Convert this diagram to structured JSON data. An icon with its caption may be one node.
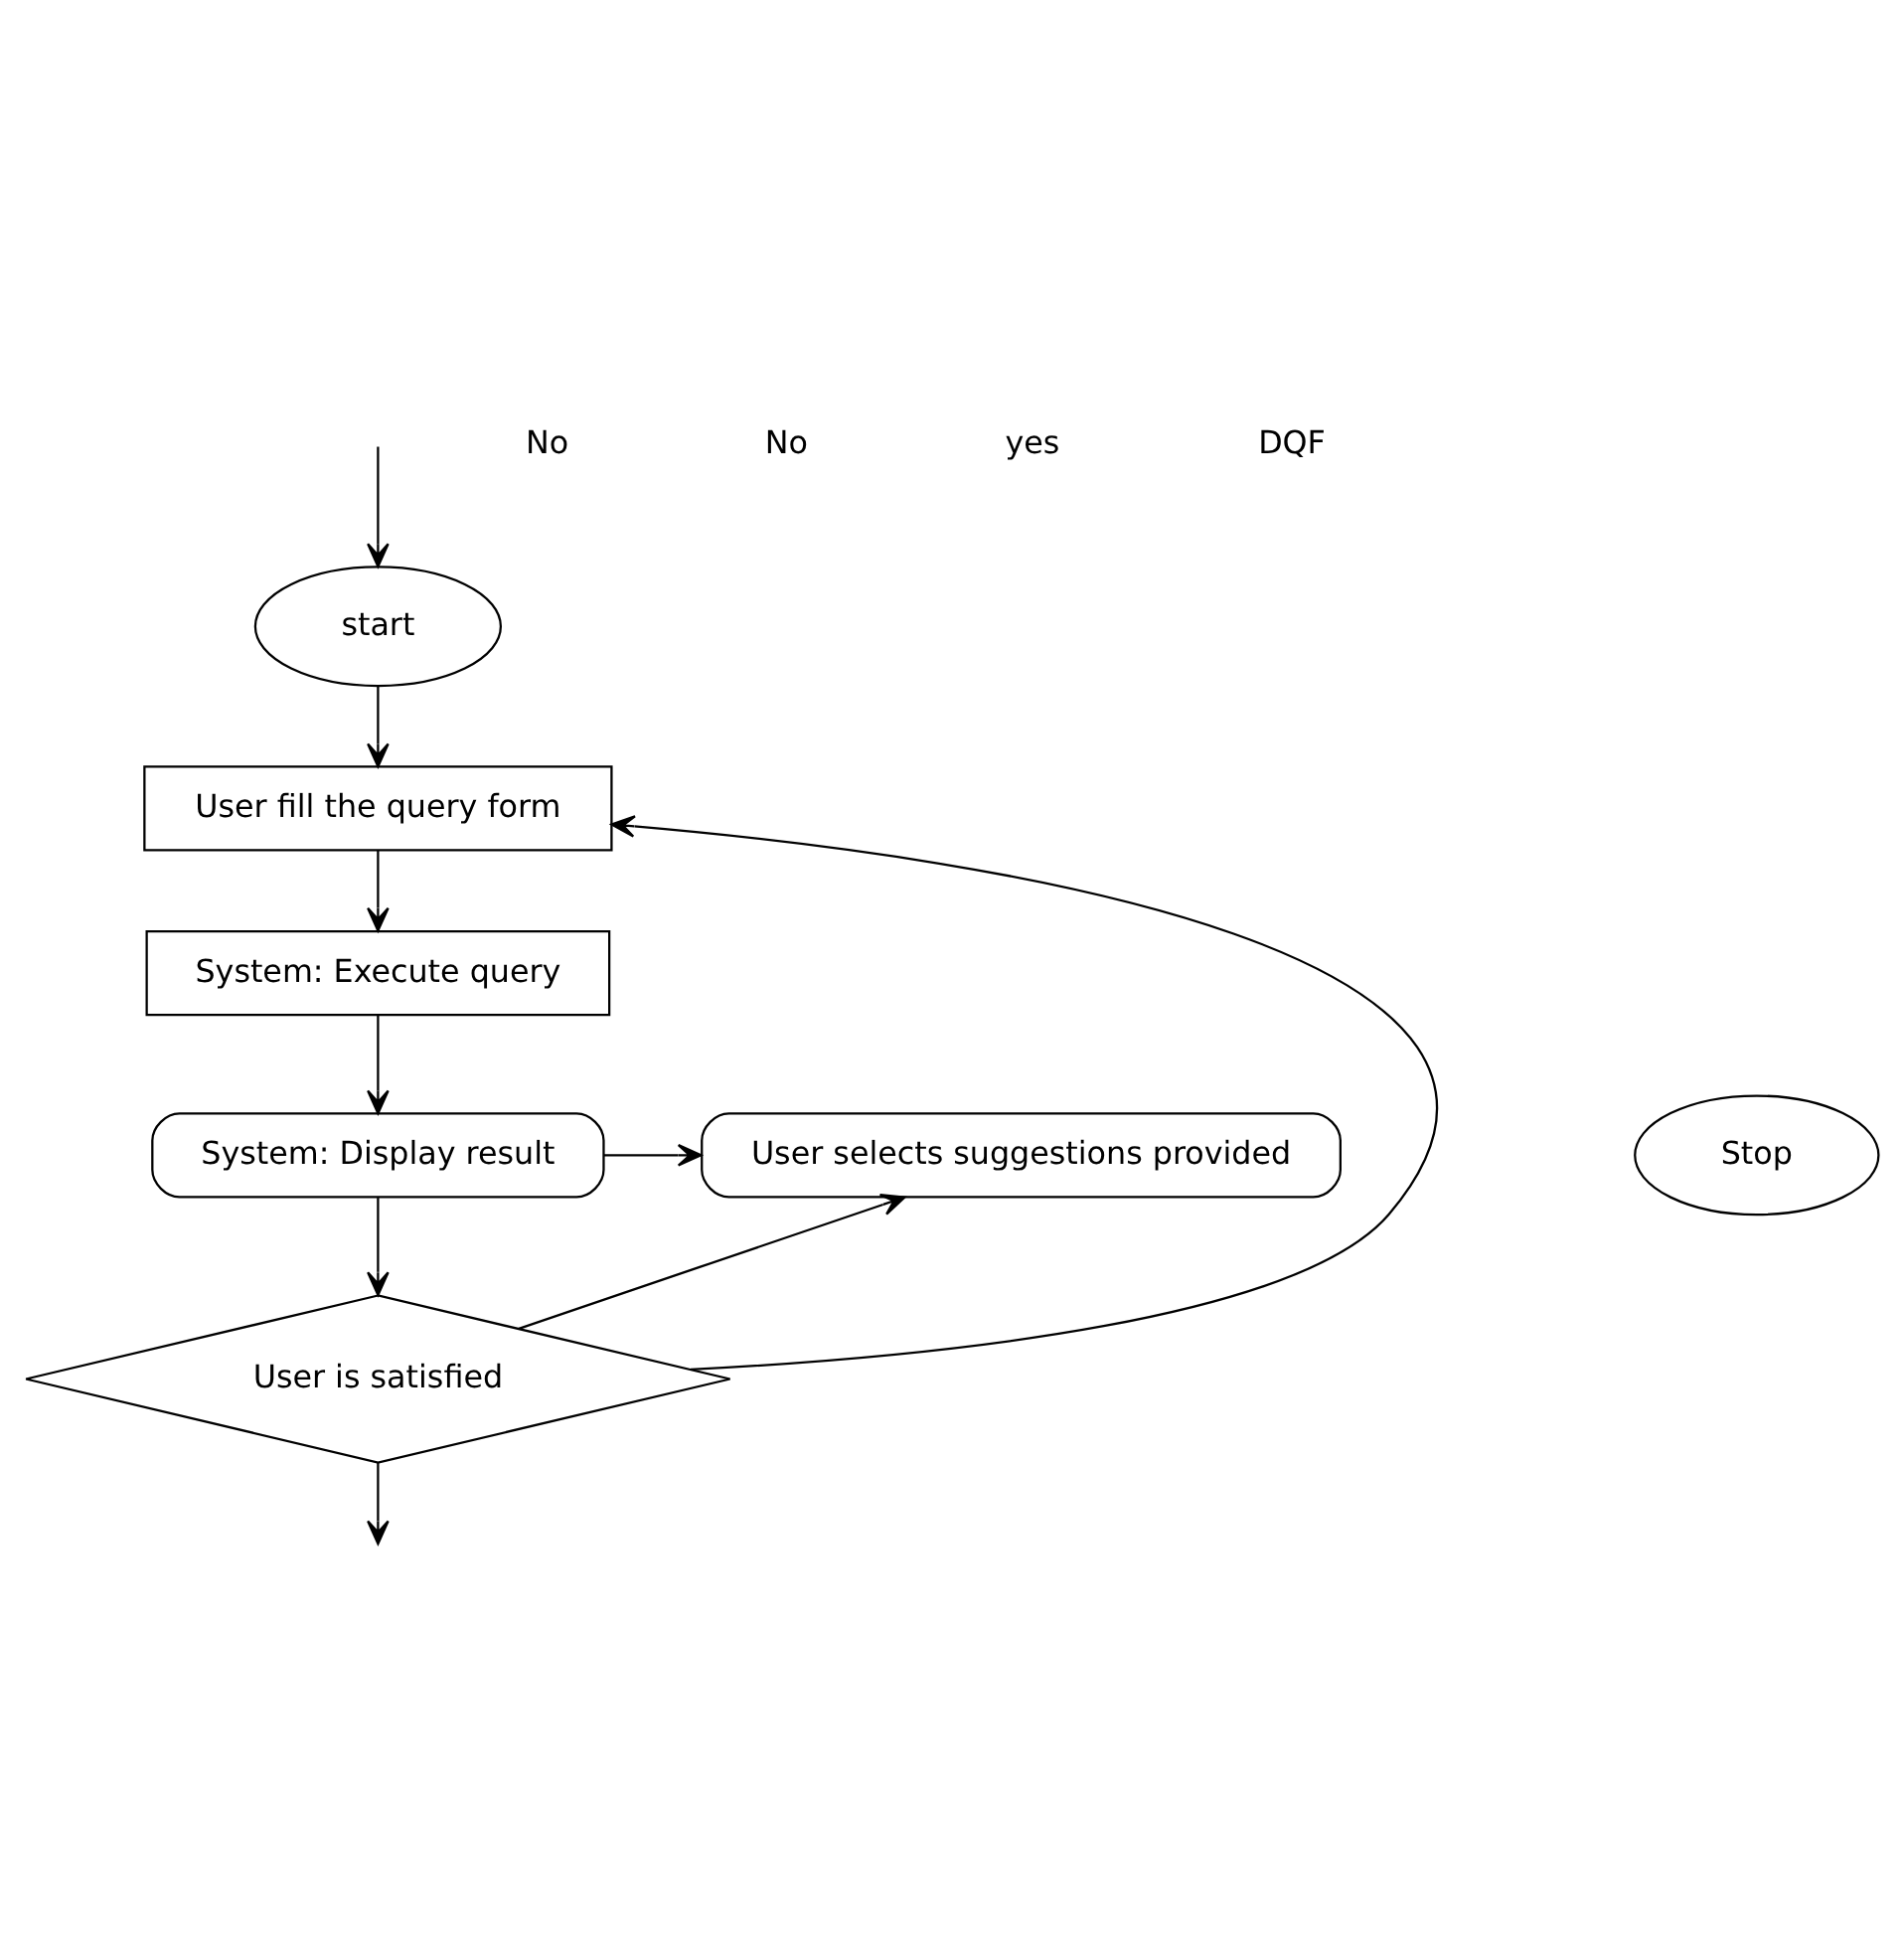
{
  "diagram": {
    "nodes": [
      {
        "text": [
          "start"
        ]
      },
      {
        "text": [
          "User fill the query form"
        ]
      },
      {
        "text": [
          "System: Execute query"
        ]
      },
      {
        "text": [
          "System: Display result"
        ]
      },
      {
        "text": [
          "Stop"
        ]
      },
      {
        "text": [
          "User selects suggestions provided"
        ]
      },
      {
        "text": [
          "User is satisfied"
        ]
      }
    ],
    "edges": [
      {
        "from": 0,
        "to": 1,
        "arrow": "to"
      },
      {
        "from": 1,
        "to": 2,
        "arrow": "to"
      },
      {
        "from": 2,
        "to": 3,
        "arrow": "to"
      },
      {
        "from": 3,
        "to": 5,
        "arrow": "to"
      },
      {
        "from": 3,
        "to": 6,
        "arrow": "to"
      },
      {
        "from": 6,
        "to": 5,
        "arrow": "to"
      },
      {
        "from": 6,
        "to": 1,
        "arrow": "to"
      },
      {
        "from": 6,
        "to": null,
        "arrow": "to"
      },
      {
        "from": null,
        "to": 0,
        "arrow": "to"
      }
    ],
    "labels": [
      "No",
      "No",
      "yes",
      "DQF"
    ]
  }
}
